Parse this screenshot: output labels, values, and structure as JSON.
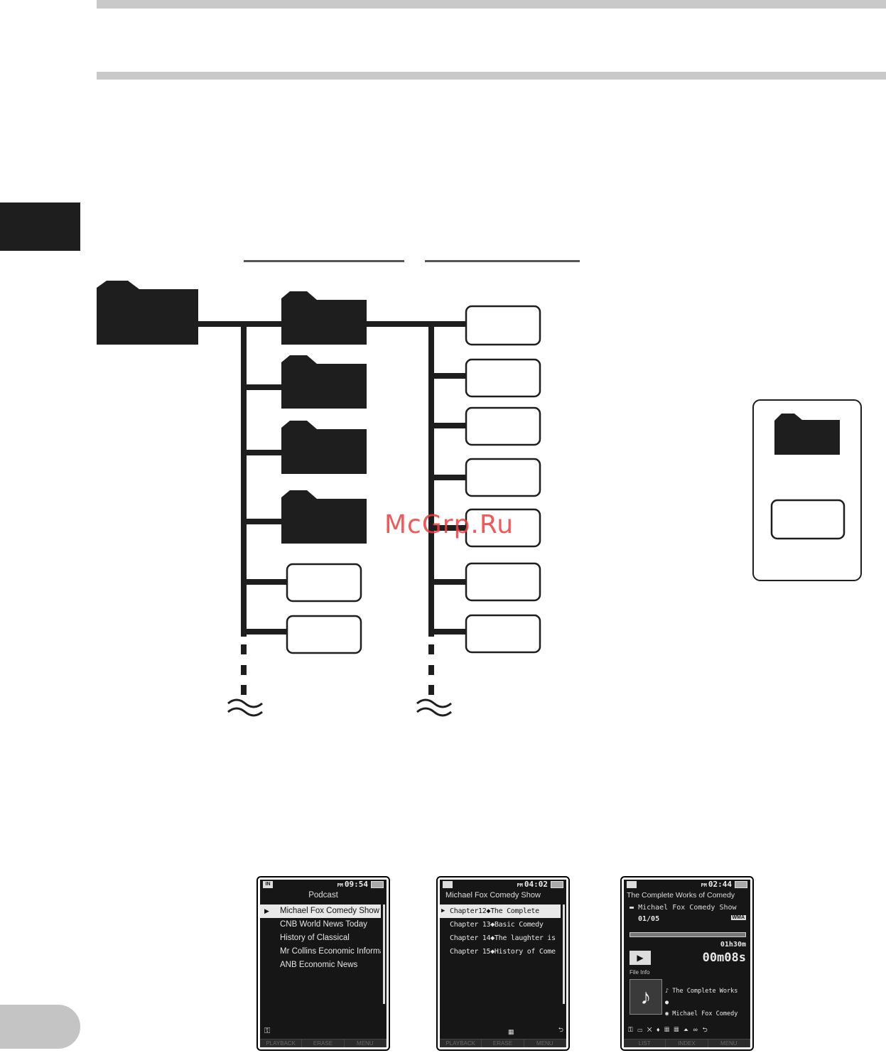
{
  "watermark": "McGrp.Ru",
  "screens": [
    {
      "status_tag": "IN",
      "ampm": "PM",
      "time": "09:54",
      "title": "Podcast",
      "items": [
        "Michael Fox Comedy Show",
        "CNB World News Today",
        "History of Classical",
        "Mr Collins Economic Informat",
        "ANB Economic News"
      ],
      "softkeys": [
        "PLAYBACK",
        "ERASE",
        "MENU"
      ]
    },
    {
      "ampm": "PM",
      "time": "04:02",
      "title": "Michael Fox Comedy Show",
      "items": [
        "Chapter12◆The Complete",
        "Chapter 13◆Basic Comedy",
        "Chapter 14◆The laughter is",
        "Chapter 15◆History of Come"
      ],
      "softkeys": [
        "PLAYBACK",
        "ERASE",
        "MENU"
      ]
    },
    {
      "ampm": "PM",
      "time": "02:44",
      "title": "The Complete Works of Comedy",
      "folder": "Michael Fox Comedy Show",
      "file_number": "01/05",
      "format": "WMA",
      "total_time": "01h30m",
      "elapsed": "00m08s",
      "info_label": "File Info",
      "meta_title": "The Complete Works",
      "meta_artist": "Michael Fox Comedy",
      "softkeys": [
        "LIST",
        "INDEX",
        "MENU"
      ]
    }
  ]
}
